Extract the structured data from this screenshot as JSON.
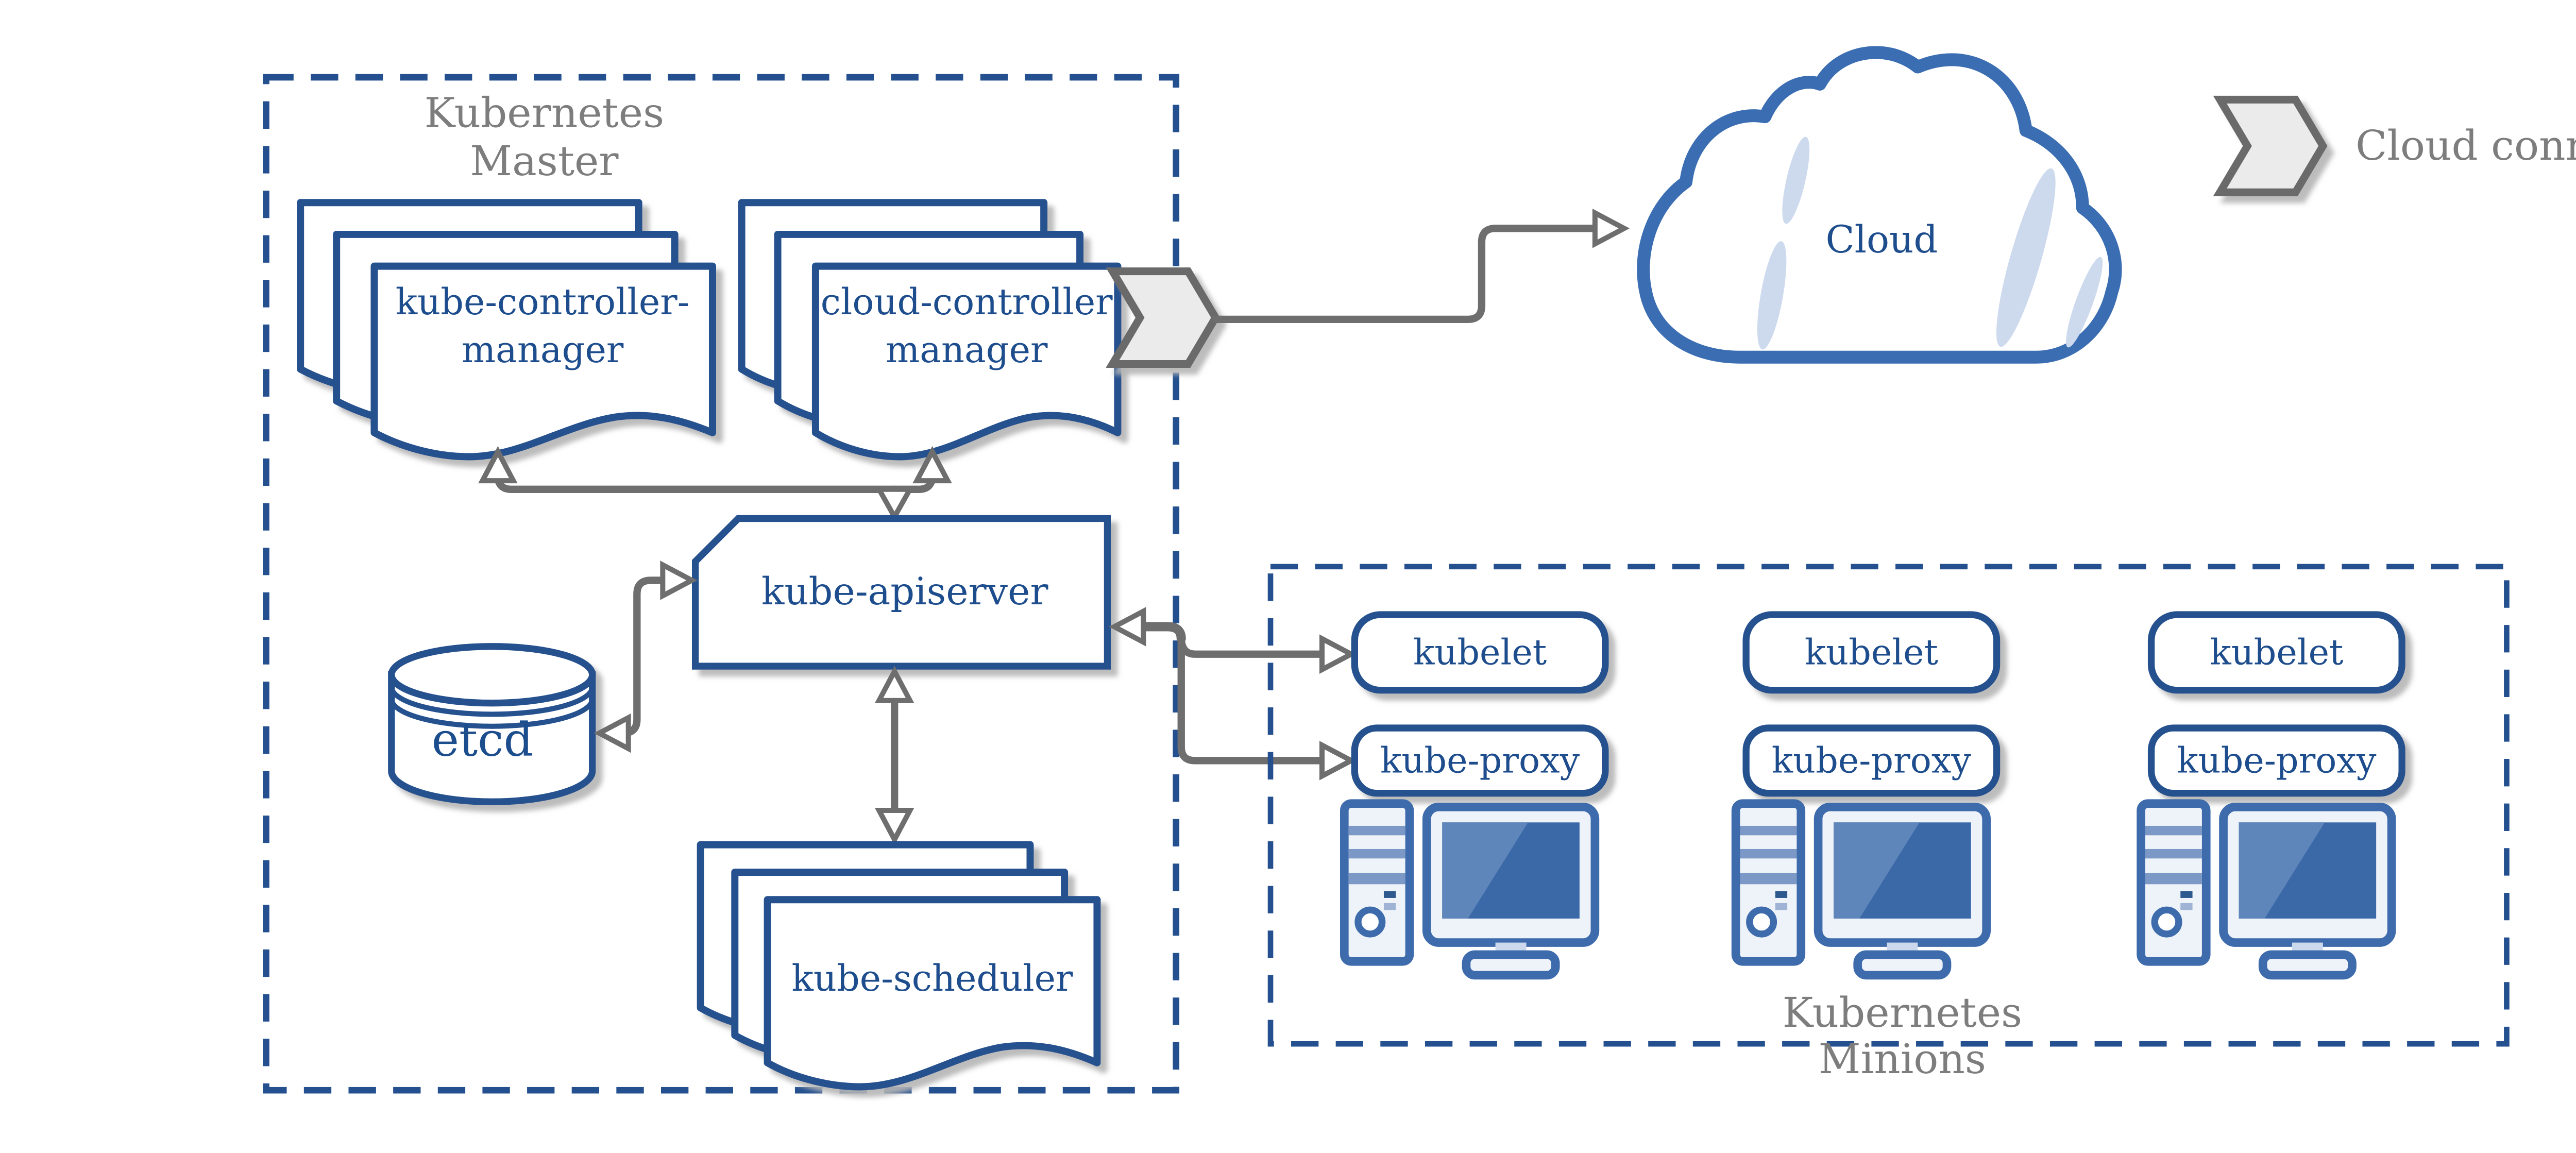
{
  "master": {
    "title_line1": "Kubernetes",
    "title_line2": "Master",
    "controller_manager": {
      "line1": "kube-controller-",
      "line2": "manager"
    },
    "cloud_controller_manager": {
      "line1": "cloud-controller",
      "line2": "manager"
    },
    "apiserver": {
      "label": "kube-apiserver"
    },
    "etcd": {
      "label": "etcd"
    },
    "scheduler": {
      "label": "kube-scheduler"
    }
  },
  "cloud": {
    "label": "Cloud"
  },
  "legend": {
    "cloud_connector_label": "Cloud connector"
  },
  "minions": {
    "title_line1": "Kubernetes",
    "title_line2": "Minions",
    "nodes": [
      {
        "kubelet": "kubelet",
        "kube_proxy": "kube-proxy"
      },
      {
        "kubelet": "kubelet",
        "kube_proxy": "kube-proxy"
      },
      {
        "kubelet": "kubelet",
        "kube_proxy": "kube-proxy"
      }
    ]
  },
  "colors": {
    "shape_border_navy": "#27518f",
    "label_navy": "#1e4d8d",
    "cloud_border_blue": "#3a6db1",
    "cloud_highlight": "#cddaed",
    "icon_blue": "#3e6bab",
    "screen_blue": "#3b69a8",
    "screen_highlight": "#5f86ba",
    "icon_light_fill": "#eef2f9",
    "stripe_blue": "#7b98c6",
    "gray_text": "#7d7d7d",
    "arrow_gray": "#6e6e6e",
    "chevron_fill": "#ebebeb",
    "shadow_gray": "#b5b5b5"
  }
}
